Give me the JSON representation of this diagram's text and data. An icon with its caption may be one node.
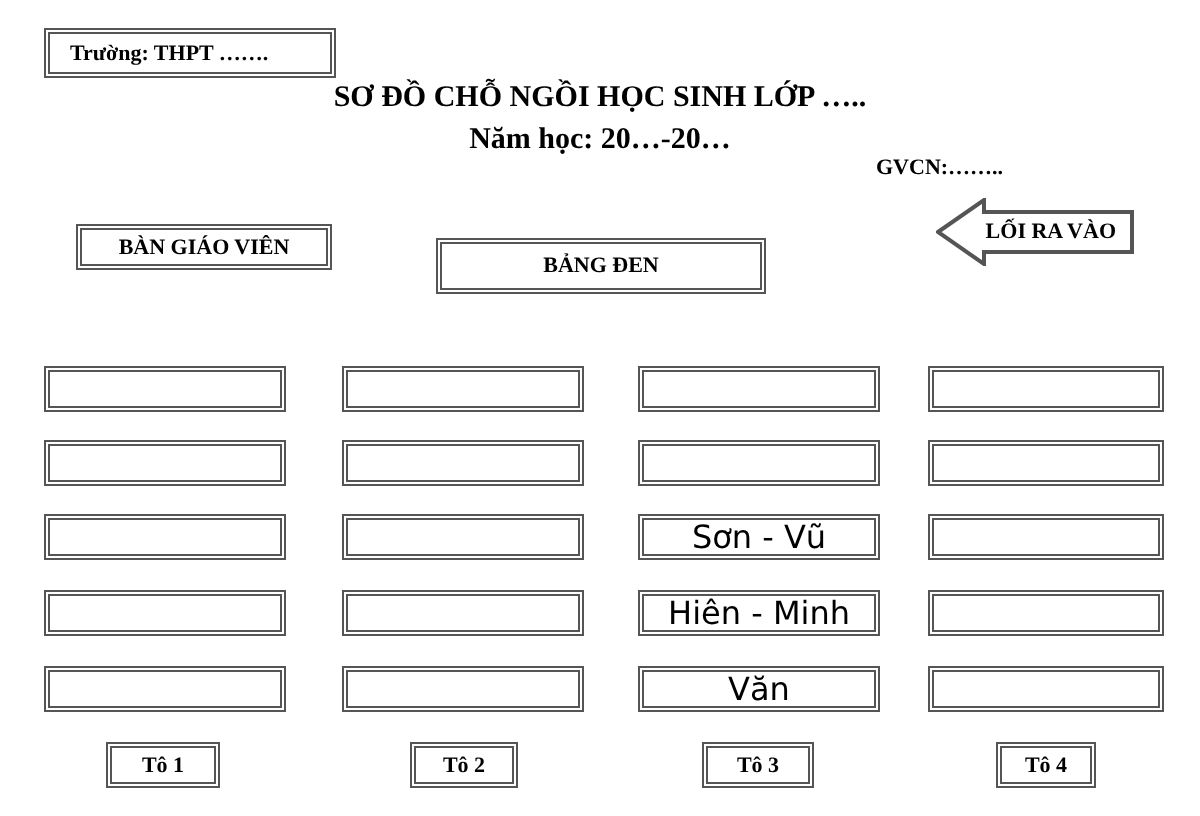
{
  "diagram": {
    "title": "SƠ ĐỒ CHỖ NGỒI HỌC SINH LỚP …..",
    "nodes": [
      {
        "text": [
          "Trường: THPT ……."
        ]
      },
      {
        "text": [
          "BÀN GIÁO VIÊN"
        ]
      },
      {
        "text": [
          "BẢNG ĐEN"
        ]
      },
      {
        "text": [
          "LỐI RA VÀO"
        ]
      },
      {
        "text": [],
        "shape": "box"
      },
      {
        "text": [],
        "shape": "box"
      },
      {
        "text": [],
        "shape": "box"
      },
      {
        "text": [],
        "shape": "box"
      },
      {
        "text": [],
        "shape": "box"
      },
      {
        "text": [],
        "shape": "box"
      },
      {
        "text": [],
        "shape": "box"
      },
      {
        "text": [],
        "shape": "box"
      },
      {
        "text": [],
        "shape": "box"
      },
      {
        "text": [],
        "shape": "box"
      },
      {
        "text": [
          "Sơn - Vũ"
        ]
      },
      {
        "text": [],
        "shape": "box"
      },
      {
        "text": [],
        "shape": "box"
      },
      {
        "text": [],
        "shape": "box"
      },
      {
        "text": [
          "Hiên - Minh"
        ]
      },
      {
        "text": [],
        "shape": "box"
      },
      {
        "text": [],
        "shape": "box"
      },
      {
        "text": [],
        "shape": "box"
      },
      {
        "text": [
          "Văn"
        ]
      },
      {
        "text": [],
        "shape": "box"
      },
      {
        "text": [
          "Tô 1"
        ]
      },
      {
        "text": [
          "Tô 2"
        ]
      },
      {
        "text": [
          "Tô 3"
        ]
      },
      {
        "text": [
          "Tô 4"
        ]
      }
    ],
    "labels": [
      "Năm học: 20…-20…",
      "GVCN:…….."
    ]
  }
}
